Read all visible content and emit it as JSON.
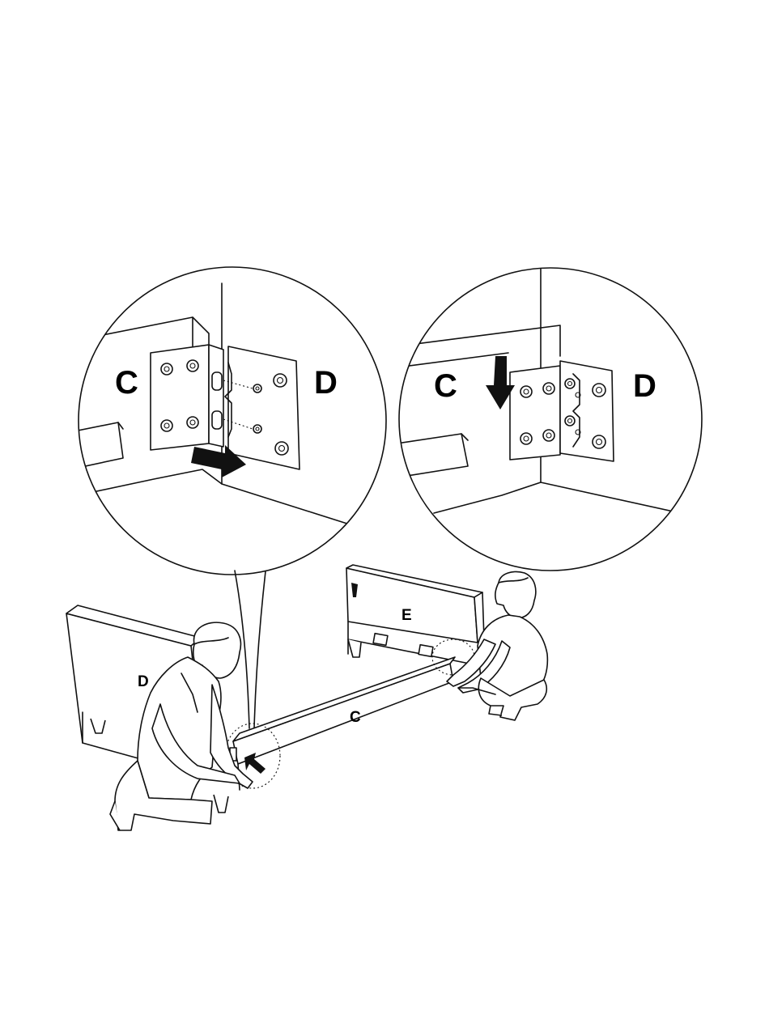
{
  "labels": {
    "left_detail_c": "C",
    "left_detail_d": "D",
    "right_detail_c": "C",
    "right_detail_d": "D",
    "panel_d": "D",
    "panel_e": "E",
    "rail_c": "C"
  },
  "icons": {
    "slide_arrow": "arrow-right-icon",
    "drop_arrow": "arrow-down-icon",
    "hook_arrow": "arrow-up-left-icon"
  },
  "colors": {
    "ink": "#111111",
    "paper": "#ffffff"
  }
}
